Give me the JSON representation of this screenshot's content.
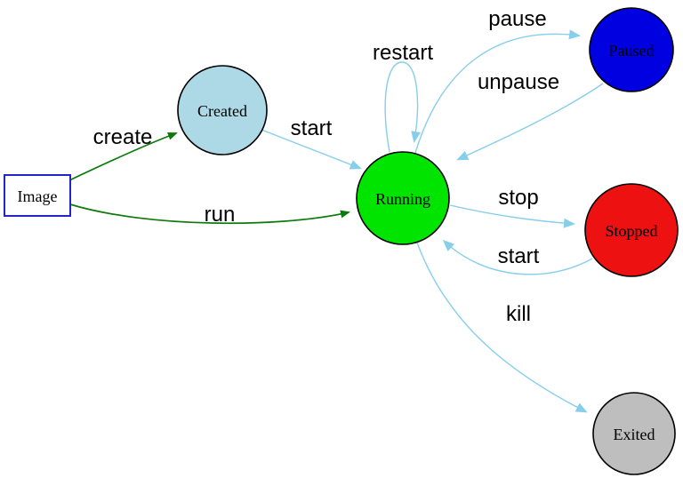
{
  "diagram": {
    "type": "state-diagram",
    "subject": "container-lifecycle",
    "colors": {
      "background": "#ffffff",
      "edge_blue": "#87ceeb",
      "edge_green": "#0c7a0c",
      "node_border": "#000000",
      "image_border": "#2323cc",
      "label_text": "#000000"
    },
    "nodes": [
      {
        "id": "image",
        "label": "Image",
        "shape": "box",
        "fill": "#ffffff"
      },
      {
        "id": "created",
        "label": "Created",
        "shape": "circle",
        "fill": "#add8e6"
      },
      {
        "id": "running",
        "label": "Running",
        "shape": "circle",
        "fill": "#00e400"
      },
      {
        "id": "paused",
        "label": "Paused",
        "shape": "circle",
        "fill": "#0000e0"
      },
      {
        "id": "stopped",
        "label": "Stopped",
        "shape": "circle",
        "fill": "#ee1111"
      },
      {
        "id": "exited",
        "label": "Exited",
        "shape": "circle",
        "fill": "#bebebe"
      }
    ],
    "edges": [
      {
        "from": "image",
        "to": "created",
        "label": "create",
        "color": "green"
      },
      {
        "from": "image",
        "to": "running",
        "label": "run",
        "color": "green"
      },
      {
        "from": "created",
        "to": "running",
        "label": "start",
        "color": "blue"
      },
      {
        "from": "running",
        "to": "running",
        "label": "restart",
        "color": "blue"
      },
      {
        "from": "running",
        "to": "paused",
        "label": "pause",
        "color": "blue"
      },
      {
        "from": "paused",
        "to": "running",
        "label": "unpause",
        "color": "blue"
      },
      {
        "from": "running",
        "to": "stopped",
        "label": "stop",
        "color": "blue"
      },
      {
        "from": "stopped",
        "to": "running",
        "label": "start",
        "color": "blue"
      },
      {
        "from": "running",
        "to": "exited",
        "label": "kill",
        "color": "blue"
      }
    ]
  }
}
